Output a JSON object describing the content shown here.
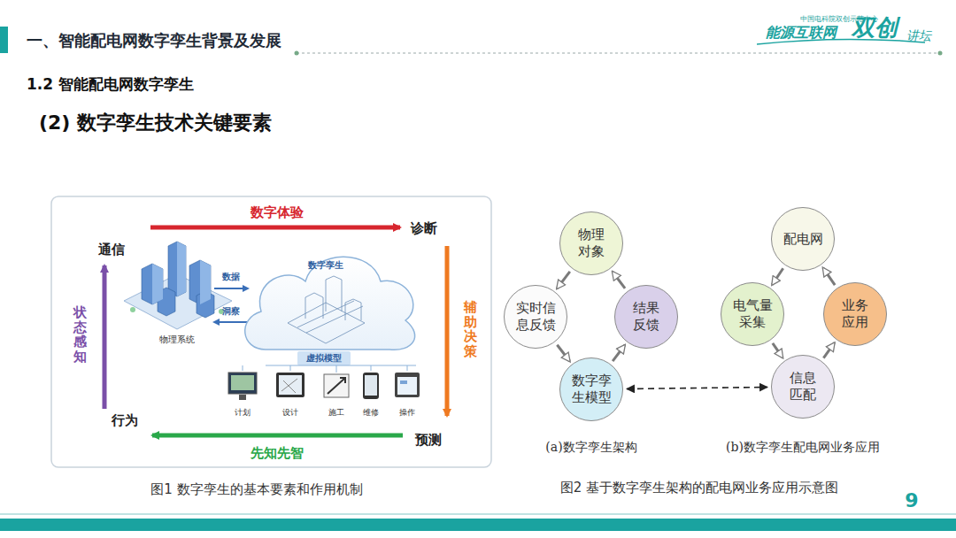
{
  "diagram": {
    "title": "一、智能配电网数字孪生背景及发展",
    "nodes": [
      {
        "text": [
          "物理对象"
        ]
      },
      {
        "text": [
          "实时信息反馈"
        ]
      },
      {
        "text": [
          "结果反馈"
        ]
      },
      {
        "text": [
          "数字孪生模型"
        ]
      },
      {
        "text": [
          "配电网"
        ]
      },
      {
        "text": [
          "电气量采集"
        ]
      },
      {
        "text": [
          "业务应用"
        ]
      },
      {
        "text": [
          "信息匹配"
        ]
      }
    ],
    "edges": [
      {
        "from": 0,
        "to": 1,
        "arrow": "to"
      },
      {
        "from": 1,
        "to": 3,
        "arrow": "to"
      },
      {
        "from": 3,
        "to": 2,
        "arrow": "to"
      },
      {
        "from": 2,
        "to": 0,
        "arrow": "to"
      },
      {
        "from": 4,
        "to": 5,
        "arrow": "to"
      },
      {
        "from": 5,
        "to": 7,
        "arrow": "to"
      },
      {
        "from": 7,
        "to": 6,
        "arrow": "to"
      },
      {
        "from": 6,
        "to": 4,
        "arrow": "to"
      },
      {
        "from": 3,
        "to": 7,
        "arrow": "both"
      }
    ],
    "labels": [
      "中国电科院双创示范中心",
      "能源互联网",
      "双创",
      "讲坛",
      "1.2 智能配电网数字孪生",
      "(2) 数字孪生技术关键要素",
      "数字体验",
      "通信",
      "诊断",
      "状态感知",
      "数据",
      "洞察",
      "数字孪生",
      "物理系统",
      "辅助决策",
      "虚拟模型",
      "计划",
      "设计",
      "施工",
      "维修",
      "操作",
      "行为",
      "预测",
      "先知先智",
      "图1 数字孪生的基本要素和作用机制",
      "(a)数字孪生架构",
      "(b)数字孪生配电网业务应用",
      "图2 基于数字孪生架构的配电网业务应用示意图",
      "9"
    ]
  }
}
